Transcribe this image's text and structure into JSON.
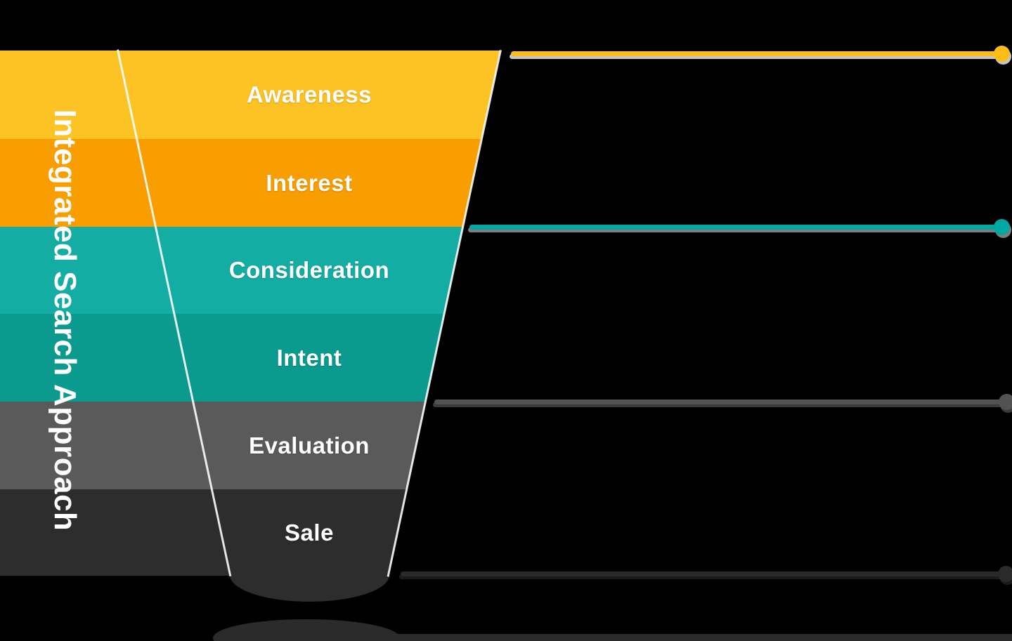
{
  "page": {
    "background": "#000000"
  },
  "side_title": {
    "text": "Integrated Search Approach",
    "color": "#FFFFFF"
  },
  "chart_data": {
    "type": "funnel",
    "title": "Integrated Search Approach",
    "orientation": "top-wide inverted funnel, 6 stacked stages, rounded tip",
    "stages": [
      {
        "label": "Awareness",
        "color": "#FDC324"
      },
      {
        "label": "Interest",
        "color": "#F99E00"
      },
      {
        "label": "Consideration",
        "color": "#14ADA4"
      },
      {
        "label": "Intent",
        "color": "#0A9A8E"
      },
      {
        "label": "Evaluation",
        "color": "#5A5A5A"
      },
      {
        "label": "Sale",
        "color": "#2D2D2D"
      }
    ],
    "tip_color": "#2D2D2D",
    "edge_line_color": "#FFFFFF",
    "connectors": [
      {
        "name": "awareness-group-marker",
        "color": "#FCBD16",
        "shadow_color": "#C4C4C4"
      },
      {
        "name": "consideration-group-marker",
        "color": "#00A8A2",
        "shadow_color": "#7D7D7D"
      },
      {
        "name": "evaluation-group-marker",
        "color": "#525252",
        "shadow_color": "#3B3B3B"
      },
      {
        "name": "sale-group-marker",
        "color": "#2A2A2A",
        "shadow_color": "#1C1C1C"
      }
    ],
    "ground_shadow_color": "#2B2B2B"
  }
}
